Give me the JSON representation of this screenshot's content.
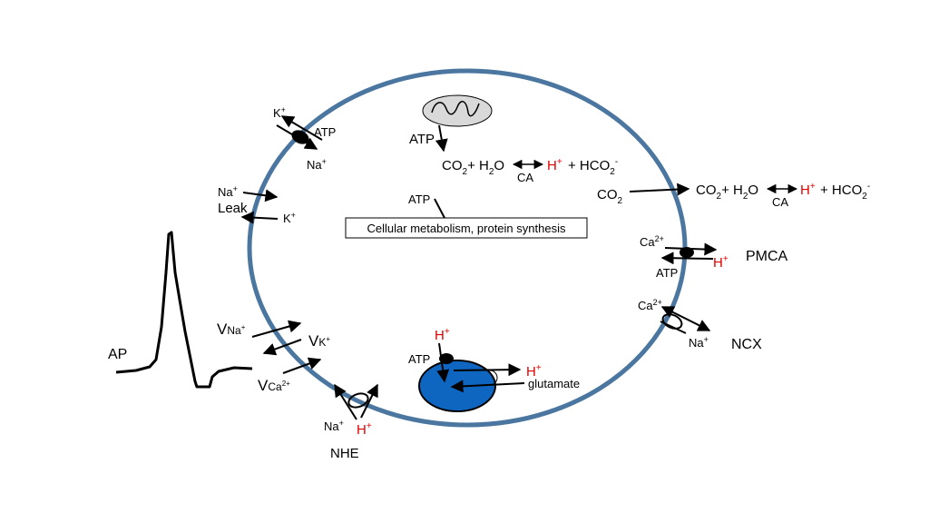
{
  "colors": {
    "membrane": "#4a76a0",
    "vesicle": "#0f66c0",
    "mitochondrion": "#d9d9d9",
    "proton": "#e00000"
  },
  "labels": {
    "k_plus_pump": "K",
    "atp_pump": "ATP",
    "na_plus_pump": "Na",
    "na_plus_leak": "Na",
    "leak": "Leak",
    "k_plus_leak": "K",
    "v_na": "V",
    "v_na_sub": "Na",
    "v_k": "V",
    "v_k_sub": "K",
    "v_ca": "V",
    "v_ca_sub": "Ca",
    "ap": "AP",
    "na_nhe": "Na",
    "h_nhe": "H",
    "nhe": "NHE",
    "atp_mito": "ATP",
    "co2_int": "CO",
    "h2o_int": "+ H",
    "o_int": "O",
    "h_int": "H",
    "hco3_int": "+ HCO",
    "ca_int": "CA",
    "atp_metab": "ATP",
    "metabolism": "Cellular metabolism, protein synthesis",
    "co2_in": "CO",
    "co2_ext": "CO",
    "h2o_ext": "+ H",
    "o_ext": "O",
    "h_ext": "H",
    "hco3_ext": "+ HCO",
    "ca_ext": "CA",
    "ca_pmca": "Ca",
    "h_pmca": "H",
    "atp_pmca": "ATP",
    "pmca": "PMCA",
    "ca_ncx": "Ca",
    "na_ncx": "Na",
    "ncx": "NCX",
    "h_vesicle_in": "H",
    "atp_vesicle": "ATP",
    "h_vesicle_out": "H",
    "glutamate": "glutamate",
    "sub2": "2",
    "sup_plus": "+",
    "sup_minus": "-",
    "sup_2plus": "2+"
  }
}
